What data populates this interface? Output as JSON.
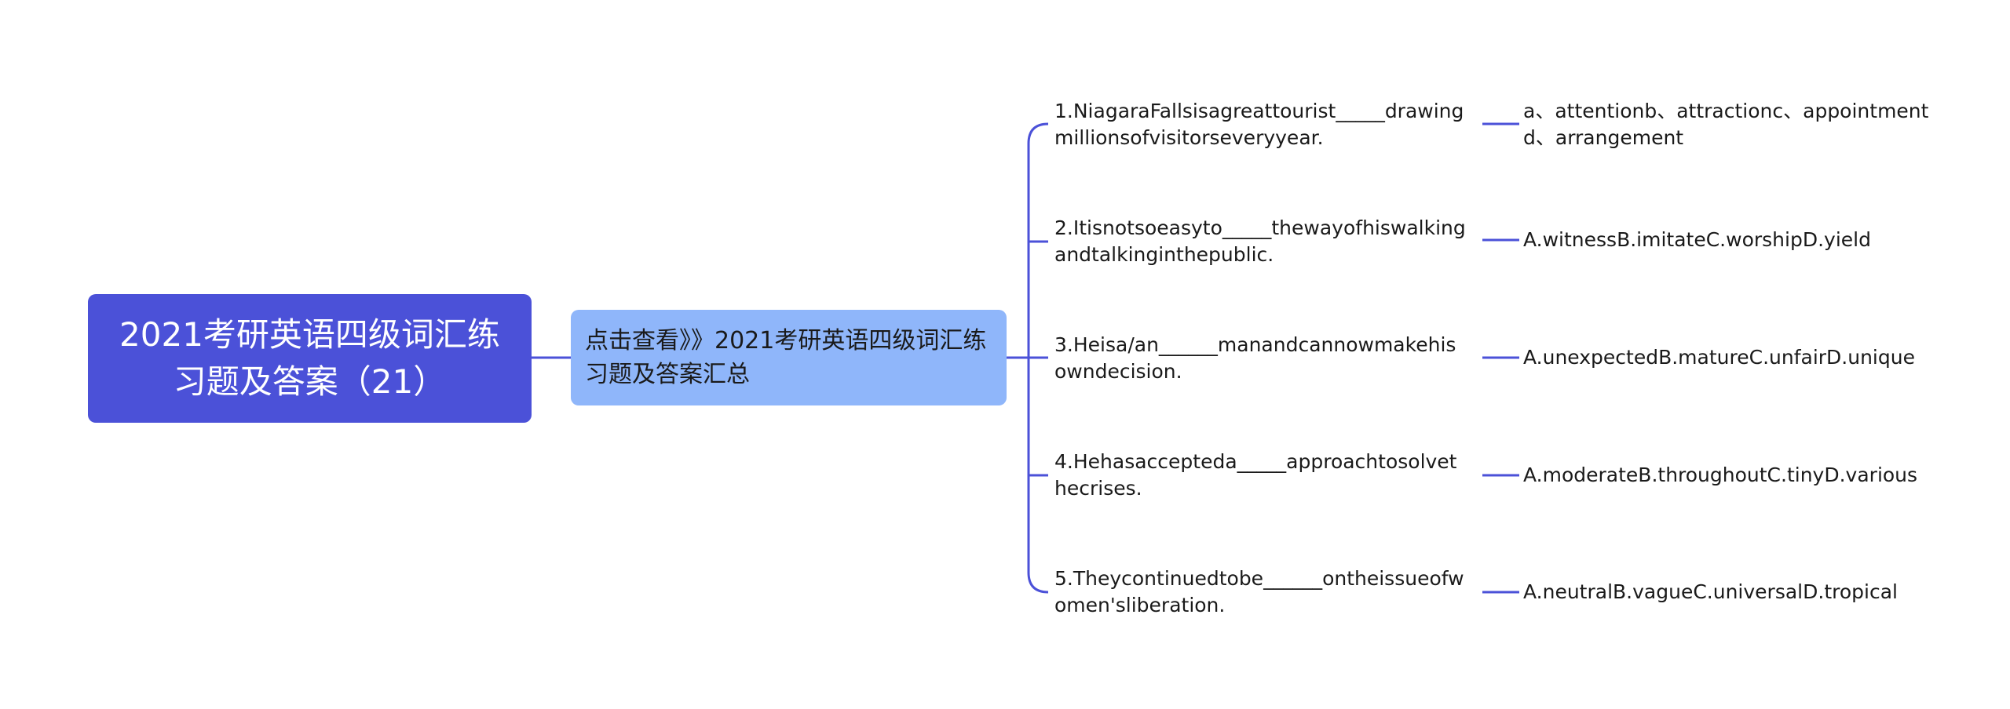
{
  "root": {
    "label": "2021考研英语四级词汇练习题及答案（21）"
  },
  "center": {
    "label": "点击查看》》2021考研英语四级词汇练习题及答案汇总"
  },
  "items": [
    {
      "question": "1.NiagaraFallsisagreattourist_____drawingmillionsofvisitorseveryyear.",
      "answer": "a、attentionb、attractionc、appointmentd、arrangement"
    },
    {
      "question": "2.Itisnotsoeasyto_____thewayofhiswalkingandtalkinginthepublic.",
      "answer": "A.witnessB.imitateC.worshipD.yield"
    },
    {
      "question": "3.Heisa/an______manandcannowmakehisowndecision.",
      "answer": "A.unexpectedB.matureC.unfairD.unique"
    },
    {
      "question": "4.Hehasaccepteda_____approachtosolvethecrises.",
      "answer": "A.moderateB.throughoutC.tinyD.various"
    },
    {
      "question": "5.Theycontinuedtobe______ontheissueofwomen'sliberation.",
      "answer": "A.neutralB.vagueC.universalD.tropical"
    }
  ],
  "colors": {
    "root_fill": "#4b51d8",
    "center_fill": "#8fb6fa",
    "connector": "#4b51d8"
  }
}
